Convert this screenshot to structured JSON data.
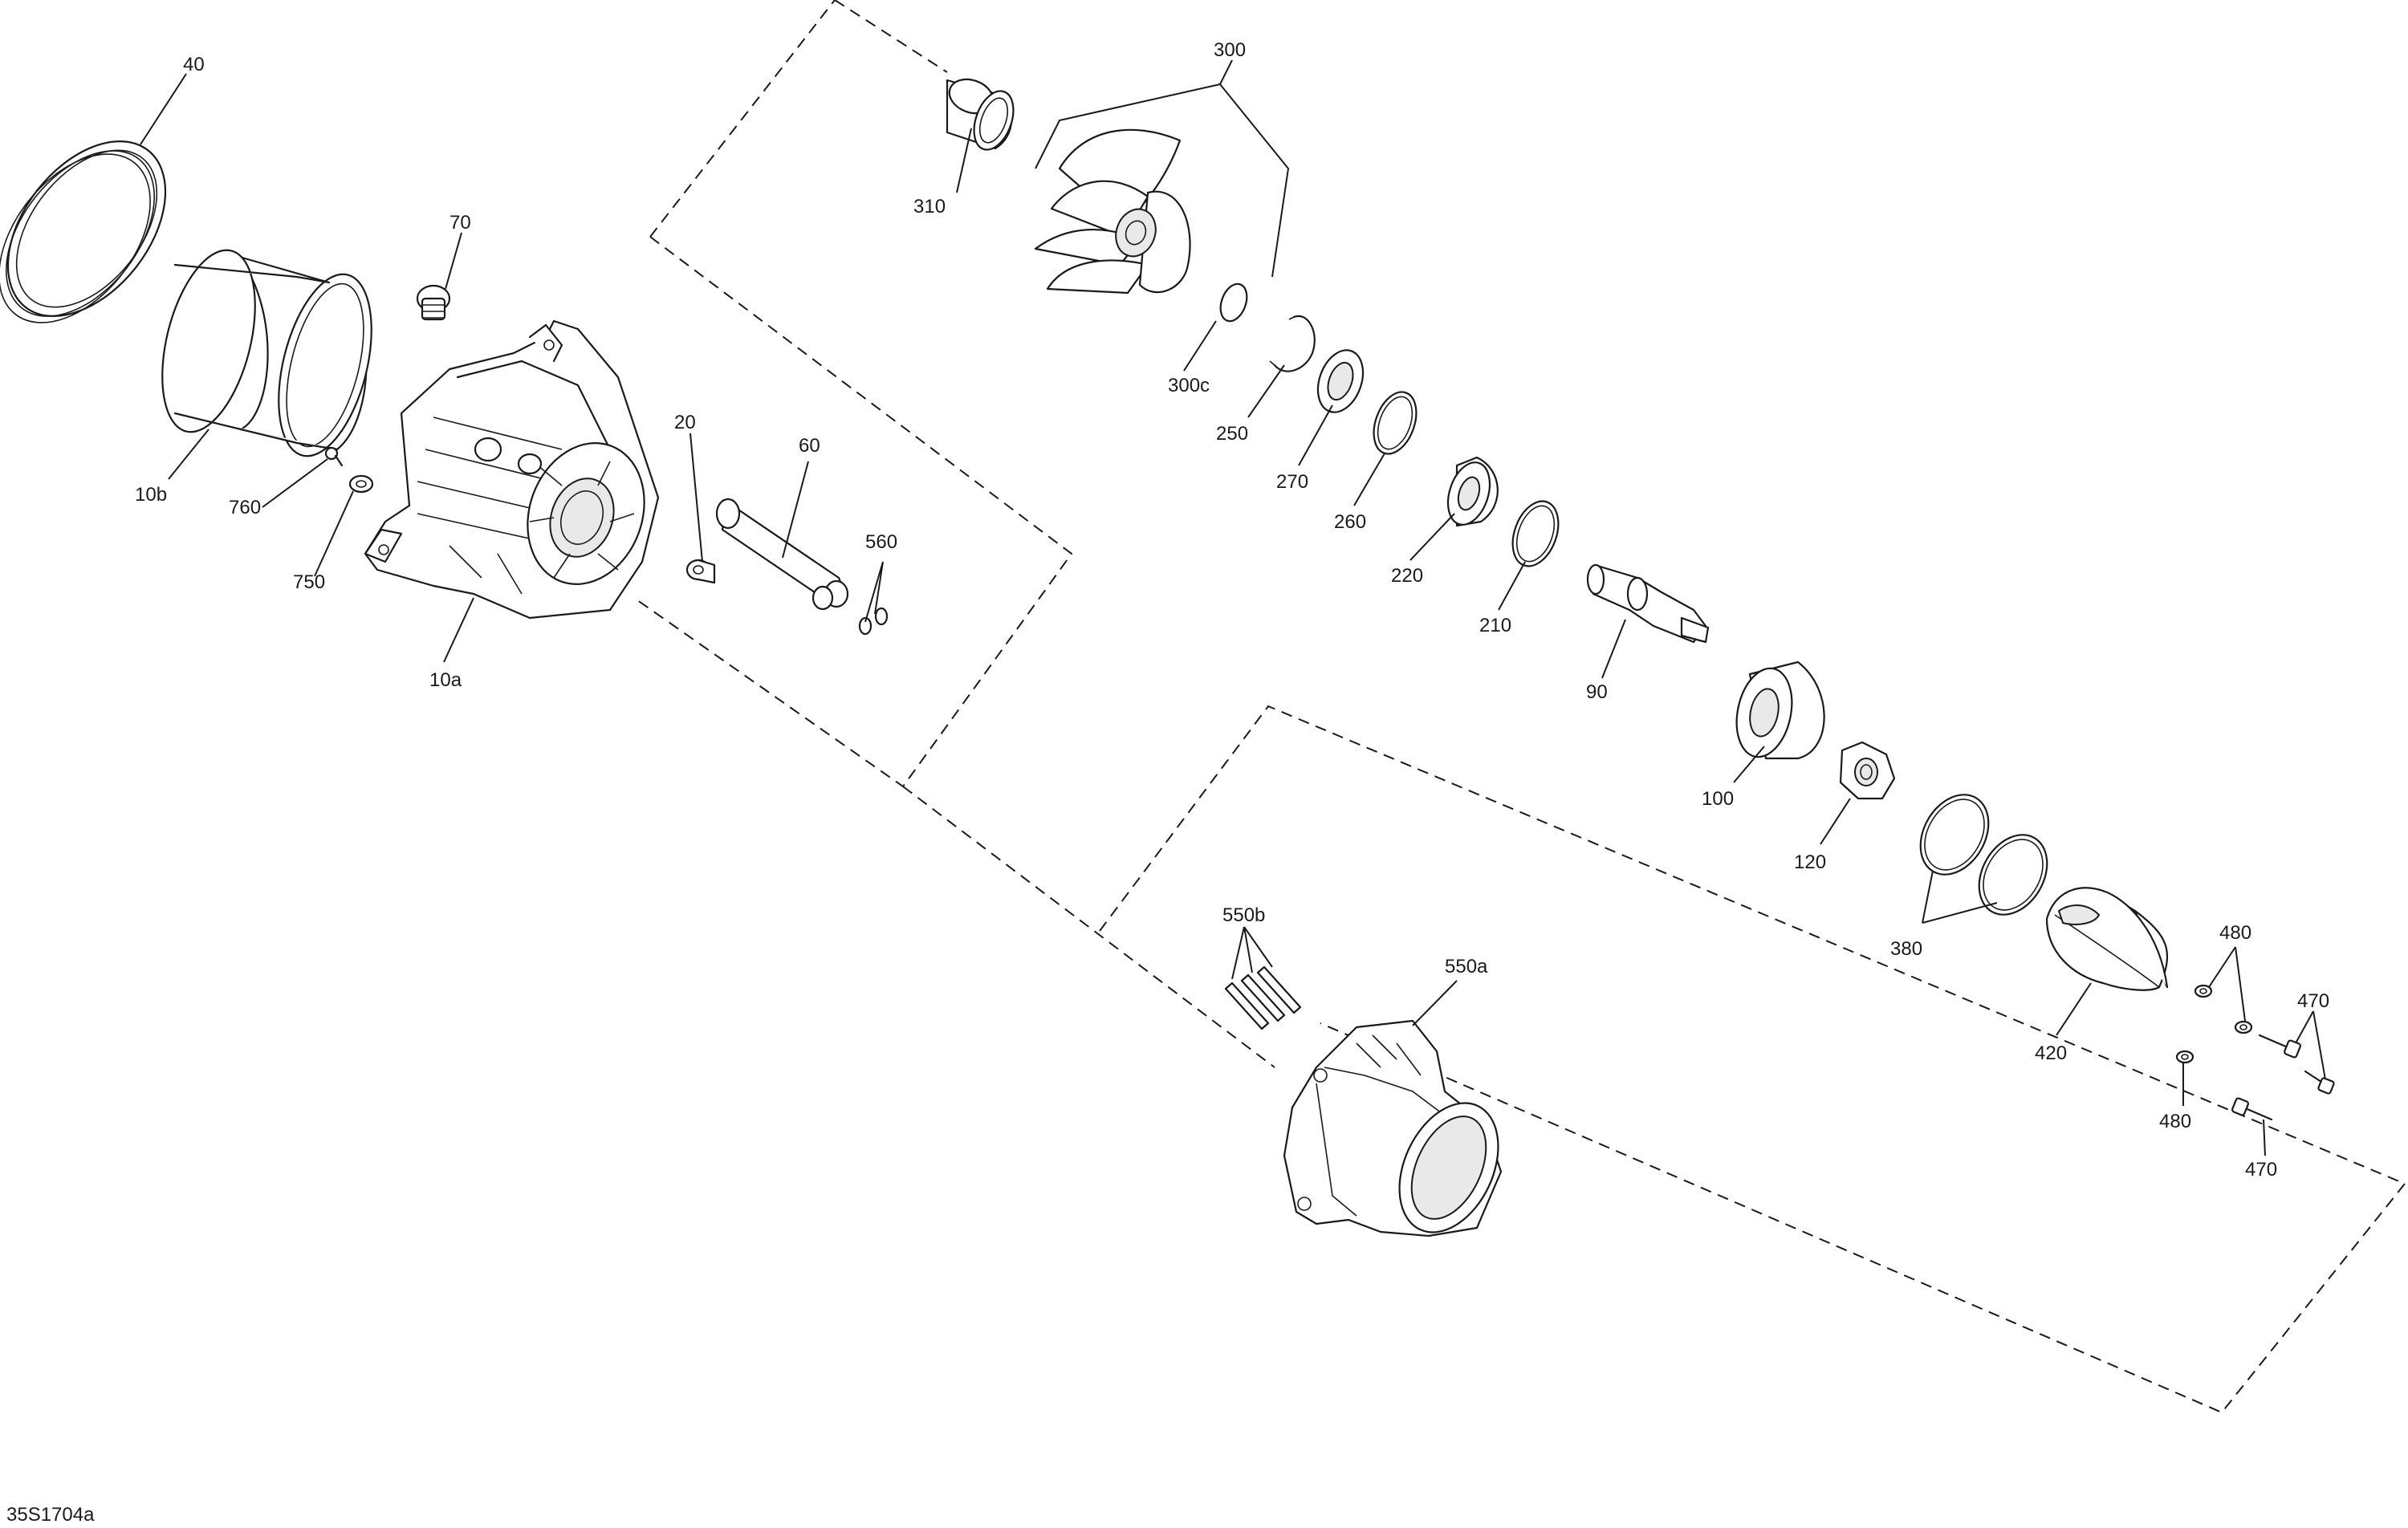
{
  "diagram": {
    "reference_code": "35S1704a",
    "labels": {
      "p40": "40",
      "p10b": "10b",
      "p760": "760",
      "p750": "750",
      "p70": "70",
      "p10a": "10a",
      "p20": "20",
      "p60": "60",
      "p560": "560",
      "p300": "300",
      "p310": "310",
      "p300c": "300c",
      "p250": "250",
      "p270": "270",
      "p260": "260",
      "p220": "220",
      "p210": "210",
      "p90": "90",
      "p100": "100",
      "p120": "120",
      "p380": "380",
      "p420": "420",
      "p480a": "480",
      "p480b": "480",
      "p470a": "470",
      "p470b": "470",
      "p550b": "550b",
      "p550a": "550a"
    }
  }
}
